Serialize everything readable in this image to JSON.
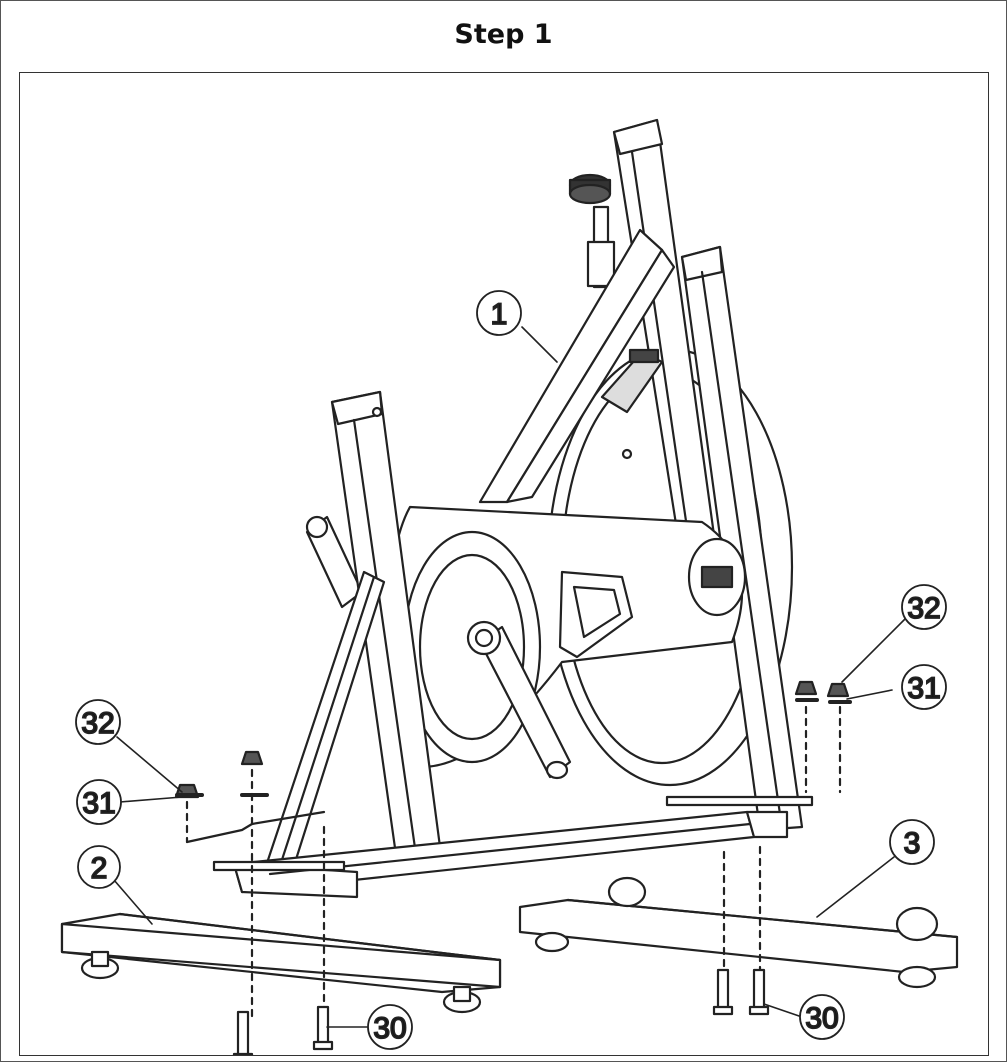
{
  "header": {
    "title": "Step 1"
  },
  "callouts": [
    {
      "id": "part-1",
      "label": "1"
    },
    {
      "id": "part-2",
      "label": "2"
    },
    {
      "id": "part-3",
      "label": "3"
    },
    {
      "id": "part-30-left",
      "label": "30"
    },
    {
      "id": "part-30-right",
      "label": "30"
    },
    {
      "id": "part-31-left",
      "label": "31"
    },
    {
      "id": "part-31-right",
      "label": "31"
    },
    {
      "id": "part-32-left",
      "label": "32"
    },
    {
      "id": "part-32-right",
      "label": "32"
    }
  ]
}
